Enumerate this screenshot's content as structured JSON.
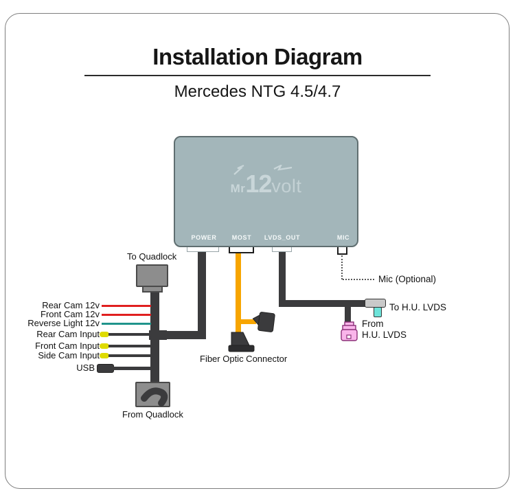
{
  "header": {
    "title": "Installation Diagram",
    "subtitle": "Mercedes NTG 4.5/4.7"
  },
  "module": {
    "logo": {
      "prefix": "Mr",
      "number": "12",
      "suffix": "volt"
    },
    "ports": {
      "power": "POWER",
      "most": "MOST",
      "lvds_out": "LVDS_OUT",
      "mic": "MIC"
    }
  },
  "connections": {
    "to_quadlock": "To Quadlock",
    "from_quadlock": "From Quadlock",
    "fiber_optic": "Fiber Optic Connector",
    "mic_optional": "Mic (Optional)",
    "to_hu_lvds": "To H.U. LVDS",
    "from_hu_lvds_line1": "From",
    "from_hu_lvds_line2": "H.U. LVDS",
    "usb": "USB"
  },
  "wires": [
    {
      "label": "Rear Cam 12v",
      "color": "#e01f1f"
    },
    {
      "label": "Front Cam 12v",
      "color": "#e01f1f"
    },
    {
      "label": "Reverse Light 12v",
      "color": "#20948b"
    },
    {
      "label": "Rear Cam Input",
      "color": "#3b3b3d",
      "connector_color": "#dedb00"
    },
    {
      "label": "Front Cam Input",
      "color": "#3b3b3d",
      "connector_color": "#dedb00"
    },
    {
      "label": "Side Cam Input",
      "color": "#3b3b3d",
      "connector_color": "#dedb00"
    }
  ],
  "colors": {
    "module_fill": "#a3b6ba",
    "module_border": "#5f6e70",
    "cable_dark": "#3b3b3d",
    "most_orange": "#f7a500",
    "quadlock_gray": "#8d8d8d",
    "hu_lvds_out_gray": "#c9c9c9",
    "hu_lvds_plug_cyan": "#6ee4da",
    "hu_lvds_in_pink": "#f9b5ea",
    "wire_red": "#e01f1f",
    "wire_teal": "#20948b",
    "rca_yellow": "#dedb00"
  }
}
